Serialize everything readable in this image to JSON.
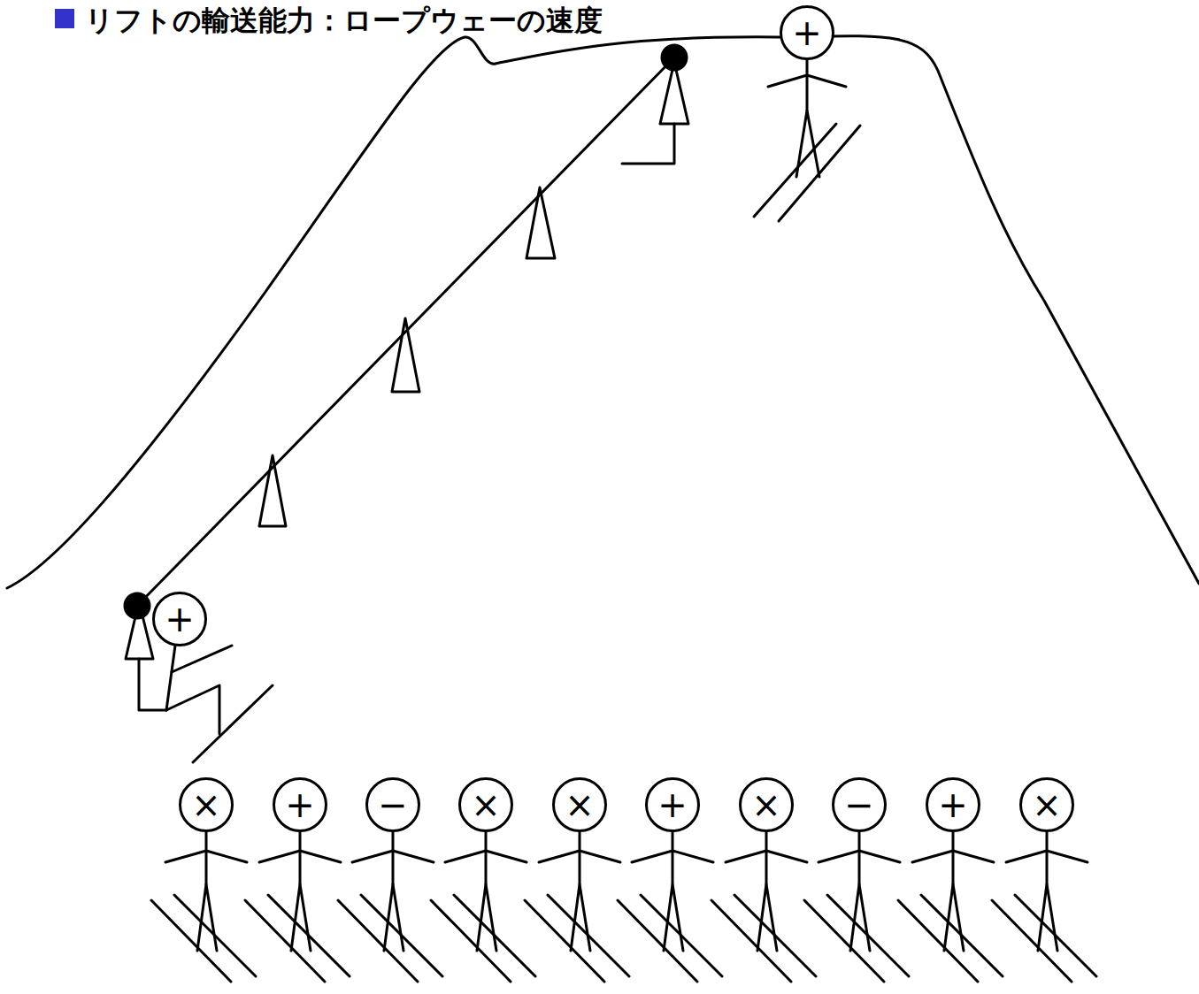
{
  "diagram": {
    "title": "リフトの輸送能力：ロープウェーの速度",
    "nodes": [
      {
        "text": [
          "+"
        ]
      },
      {
        "text": [
          "+"
        ]
      },
      {
        "text": [
          "×"
        ]
      },
      {
        "text": [
          "+"
        ]
      },
      {
        "text": [
          "−"
        ]
      },
      {
        "text": [
          "×"
        ]
      },
      {
        "text": [
          "×"
        ]
      },
      {
        "text": [
          "+"
        ]
      },
      {
        "text": [
          "×"
        ]
      },
      {
        "text": [
          "−"
        ]
      },
      {
        "text": [
          "+"
        ]
      },
      {
        "text": [
          "×"
        ]
      }
    ]
  }
}
